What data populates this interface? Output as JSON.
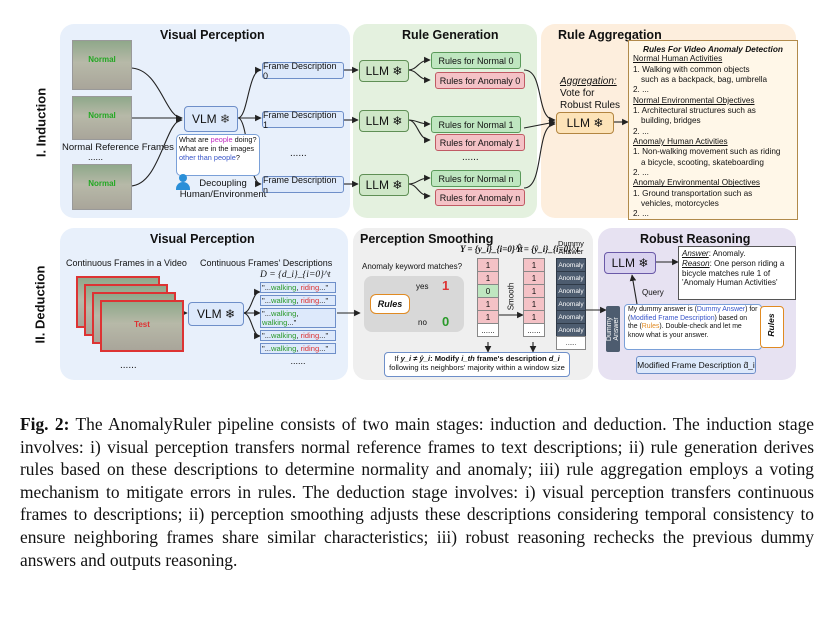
{
  "induction": {
    "section_label": "I. Induction",
    "visual_perception": {
      "title": "Visual Perception",
      "frames_label": "Normal Reference Frames",
      "ellipsis": "......",
      "frame_tag": "Normal",
      "vlm": "VLM",
      "bubble_parts": [
        "What are ",
        "people",
        " doing? What are in the images ",
        "other than people",
        "?"
      ],
      "decoupling": "Decoupling\nHuman/Environment",
      "descriptions": [
        "Frame Description 0",
        "Frame Description 1",
        "Frame Description n"
      ],
      "desc_ellipsis": "......"
    },
    "rule_generation": {
      "title": "Rule Generation",
      "llm": "LLM",
      "normal": [
        "Rules for Normal 0",
        "Rules for Normal 1",
        "Rules for Normal n"
      ],
      "anomaly": [
        "Rules for Anomaly 0",
        "Rules for Anomaly 1",
        "Rules for Anomaly n"
      ],
      "ellipsis": "......"
    },
    "rule_aggregation": {
      "title": "Rule Aggregation",
      "aggregation_label": "Aggregation:",
      "aggregation_text": "Vote for\nRobust Rules",
      "llm": "LLM",
      "doc_title": "Rules For Video Anomaly Detection",
      "doc_sections": [
        {
          "heading": "Normal Human Activities",
          "items": [
            "1. Walking with common objects",
            "   such as a backpack, bag, umbrella",
            "2. ..."
          ]
        },
        {
          "heading": "Normal Environmental Objectives",
          "items": [
            "1. Architectural structures such as",
            "   building, bridges",
            "2. ..."
          ]
        },
        {
          "heading": "Anomaly Human Activities",
          "items": [
            "1. Non-walking movement such as riding",
            "   a bicycle, scooting, skateboarding",
            "2. ..."
          ]
        },
        {
          "heading": "Anomaly Environmental Objectives",
          "items": [
            "1. Ground transportation such as",
            "   vehicles, motorcycles",
            "2. ..."
          ]
        }
      ]
    }
  },
  "deduction": {
    "section_label": "II. Deduction",
    "visual_perception": {
      "title": "Visual Perception",
      "frames_label": "Continuous Frames in a Video",
      "desc_label": "Continuous Frames' Descriptions",
      "formula": "D = {d_i}_{i=0}^t",
      "frame_tag": "Test",
      "vlm": "VLM",
      "ellipsis": "......",
      "desc_items": [
        {
          "a": "\"...",
          "g": "walking",
          "m": ", ",
          "r": "riding",
          "z": "...\""
        },
        {
          "a": "\"...",
          "g": "walking",
          "m": ", ",
          "r": "riding",
          "z": "...\""
        },
        {
          "a": "\"...",
          "g": "walking",
          "m": ", ",
          "r": "walking",
          "z": "...\""
        },
        {
          "a": "\"...",
          "g": "walking",
          "m": ", ",
          "r": "riding",
          "z": "...\""
        },
        {
          "a": "\"...",
          "g": "walking",
          "m": ", ",
          "r": "riding",
          "z": "...\""
        }
      ]
    },
    "perception_smoothing": {
      "title": "Perception Smoothing",
      "y_formula": "Y = {y_i}_{i=0}^t",
      "yhat_formula": "Ŷ = {ŷ_i}_{i=0}^t",
      "question": "Anomaly keyword matches?",
      "rules": "Rules",
      "yes": "yes",
      "no": "no",
      "one": "1",
      "zero": "0",
      "smooth": "Smooth",
      "y_values": [
        "1",
        "1",
        "0",
        "1",
        "1",
        "......"
      ],
      "yhat_values": [
        "1",
        "1",
        "1",
        "1",
        "1",
        "......"
      ],
      "dummy_header": "Dummy\nAnswer",
      "dummy_values": [
        "Anomaly",
        "Anomaly",
        "Anomaly",
        "Anomaly",
        "Anomaly",
        "Anomaly",
        "......"
      ],
      "note_line1_a": "If ",
      "note_line1_b": "y_i ≠ ŷ_i",
      "note_line1_c": ": Modify ",
      "note_line1_d": "i_th",
      "note_line1_e": " frame's description ",
      "note_line1_f": "d_i",
      "note_line2": "following its neighbors' majority within a window size"
    },
    "robust_reasoning": {
      "title": "Robust Reasoning",
      "llm": "LLM",
      "answer_label": "Answer",
      "answer_value": ": Anomaly.",
      "reason_label": "Reason",
      "reason_value": ": One person riding a bicycle matches rule 1 of 'Anomaly Human Activities'",
      "query": "Query",
      "dummy_answer": "Dummy\nAnswer",
      "prompt_parts": [
        "My dummy answer is (",
        "Dummy Answer",
        ") for (",
        "Modified Frame Description",
        ") based on the (",
        "Rules",
        "). Double-check and let me know what is your answer."
      ],
      "rules": "Rules",
      "modified": "Modified Frame Description d̂_i"
    }
  },
  "caption": {
    "label": "Fig. 2:",
    "text": " The AnomalyRuler pipeline consists of two main stages: induction and deduction. The induction stage involves: i) visual perception transfers normal reference frames to text descriptions; ii) rule generation derives rules based on these descriptions to determine normality and anomaly; iii) rule aggregation employs a voting mechanism to mitigate errors in rules. The deduction stage involves: i) visual perception transfers continuous frames to descriptions; ii) perception smoothing adjusts these descriptions considering temporal consistency to ensure neighboring frames share similar characteristics; iii) robust reasoning rechecks the previous dummy answers and outputs reasoning."
  },
  "colors": {
    "blue_panel": "#e8f0fb",
    "green_panel": "#e4f1df",
    "orange_panel": "#fdeedd",
    "gray_panel": "#efefef",
    "purple_panel": "#e7e2f2",
    "text_blue": "#3855c9",
    "text_purple": "#8a3fc4",
    "text_red": "#d33",
    "text_green": "#2a9a2a"
  },
  "icons": [
    "snowflake-icon",
    "person-icon",
    "rules-note-icon"
  ]
}
